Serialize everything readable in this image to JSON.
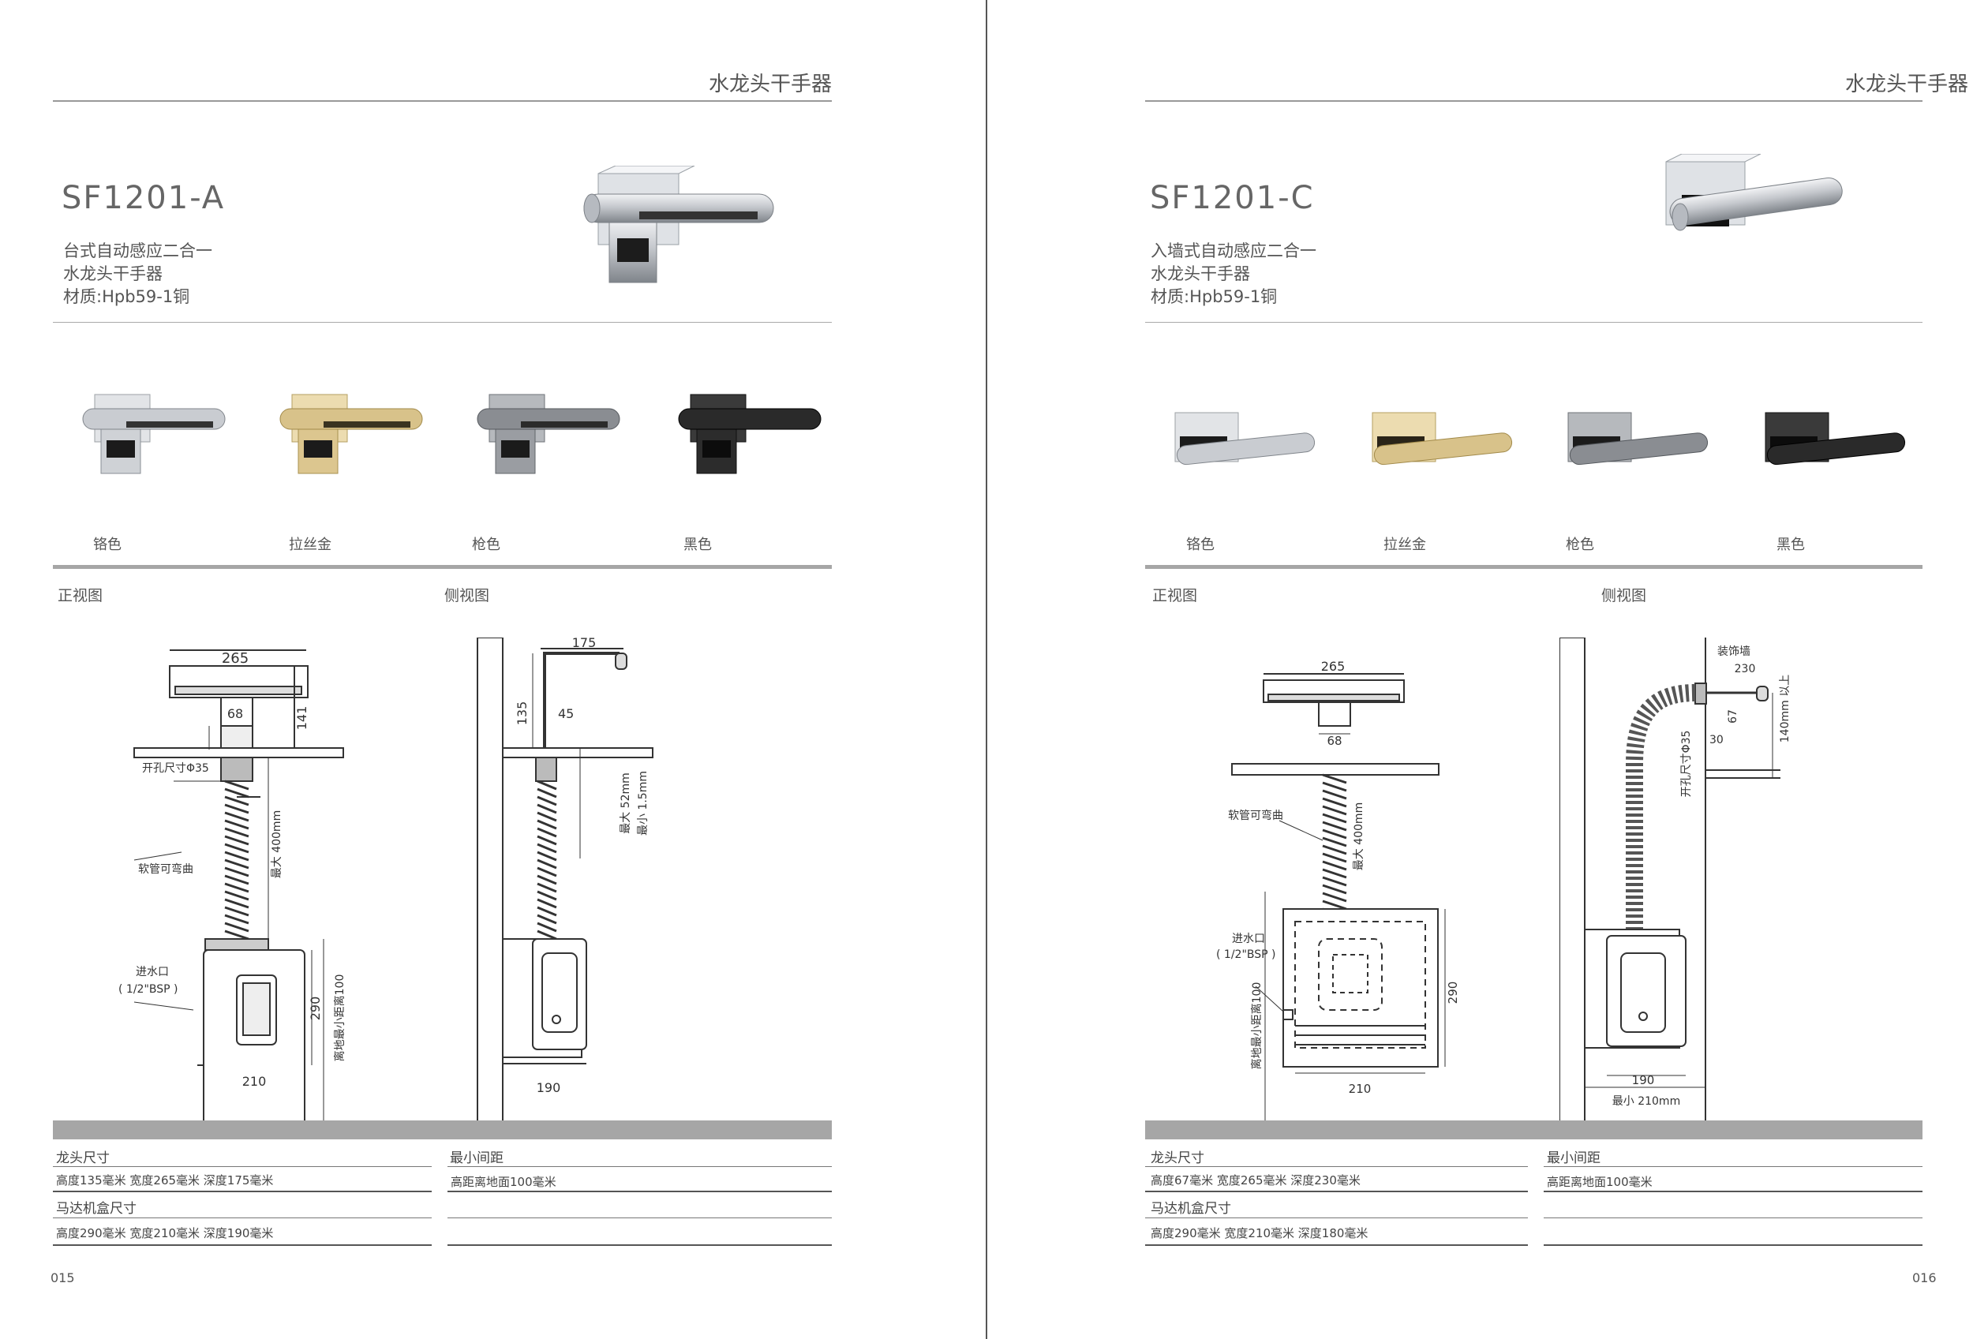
{
  "left": {
    "header_title": "水龙头干手器",
    "model": "SF1201-A",
    "desc_lines": [
      "台式自动感应二合一",
      "水龙头干手器",
      "材质:Hpb59-1铜"
    ],
    "variants": [
      "铬色",
      "拉丝金",
      "枪色",
      "黑色"
    ],
    "front_view_label": "正视图",
    "side_view_label": "侧视图",
    "front_dims": {
      "width_top": "265",
      "base_width": "68",
      "height_spout": "141",
      "hole": "开孔尺寸Φ35",
      "hose_max": "最大 400mm",
      "hose_note": "软管可弯曲",
      "inlet": "进水口",
      "inlet_spec": "( 1/2\"BSP )",
      "box_height": "290",
      "floor_min": "离地最小距离100",
      "box_width": "210"
    },
    "side_dims": {
      "depth": "175",
      "height": "135",
      "neck": "45",
      "deck_max": "最大 52mm",
      "deck_min": "最小 1.5mm",
      "box_depth": "190"
    },
    "specs": {
      "tap_size_title": "龙头尺寸",
      "tap_size_value": "高度135毫米  宽度265毫米  深度175毫米",
      "motor_box_title": "马达机盒尺寸",
      "motor_box_value": "高度290毫米  宽度210毫米  深度190毫米",
      "min_gap_title": "最小间距",
      "min_gap_value": "高距离地面100毫米"
    },
    "page_number": "015"
  },
  "right": {
    "header_title": "水龙头干手器",
    "model": "SF1201-C",
    "desc_lines": [
      "入墙式自动感应二合一",
      "水龙头干手器",
      "材质:Hpb59-1铜"
    ],
    "variants": [
      "铬色",
      "拉丝金",
      "枪色",
      "黑色"
    ],
    "front_view_label": "正视图",
    "side_view_label": "侧视图",
    "front_dims": {
      "width_top": "265",
      "base_width": "68",
      "hose_note": "软管可弯曲",
      "hose_max": "最大 400mm",
      "inlet": "进水口",
      "inlet_spec": "( 1/2\"BSP )",
      "box_height": "290",
      "floor_min": "离地最小距离100",
      "box_width": "210"
    },
    "side_dims": {
      "wall": "装饰墙",
      "depth": "230",
      "height": "67",
      "step": "30",
      "hole": "开孔尺寸Φ35",
      "above": "140mm 以上",
      "box_depth": "190",
      "min_depth": "最小 210mm"
    },
    "specs": {
      "tap_size_title": "龙头尺寸",
      "tap_size_value": "高度67毫米  宽度265毫米  深度230毫米",
      "motor_box_title": "马达机盒尺寸",
      "motor_box_value": "高度290毫米  宽度210毫米  深度180毫米",
      "min_gap_title": "最小间距",
      "min_gap_value": "高距离地面100毫米"
    },
    "page_number": "016"
  },
  "colors": {
    "chrome": "#c9ccd1",
    "gold": "#d8c28a",
    "gunmetal": "#8a8d92",
    "black": "#2a2a2a",
    "band": "#a6a6a6"
  }
}
